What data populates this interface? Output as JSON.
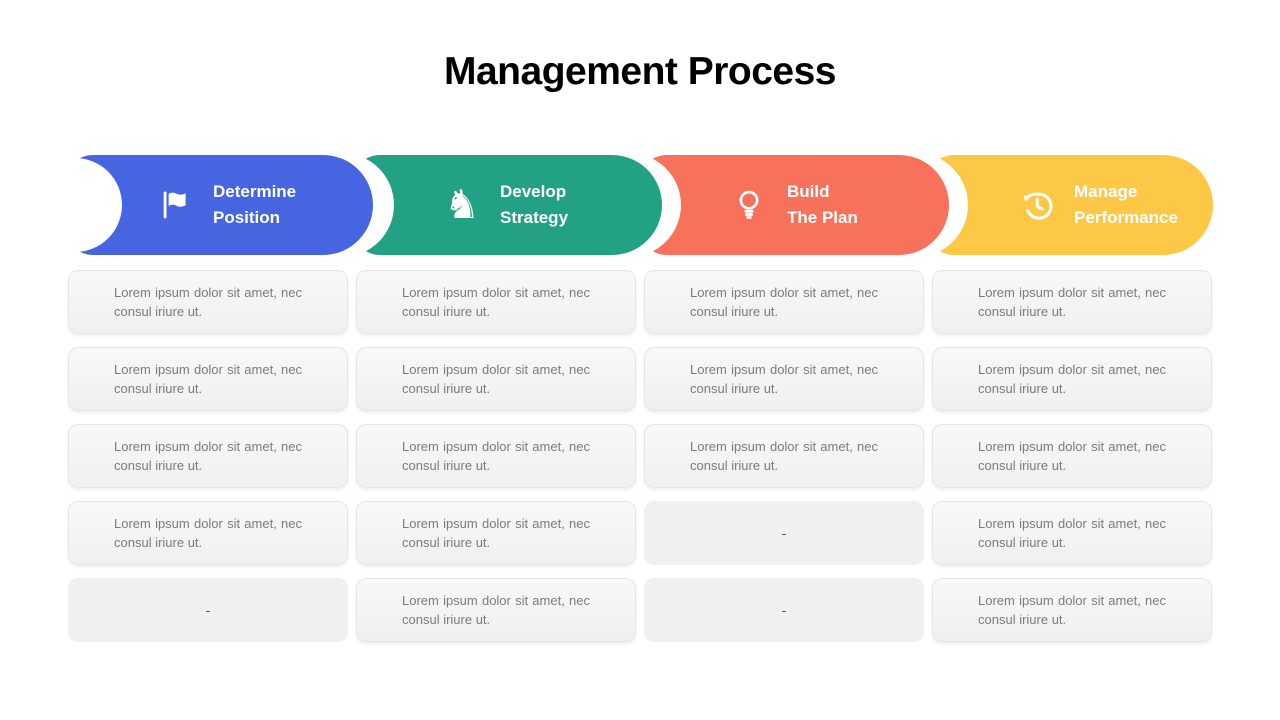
{
  "slide": {
    "title": "Management Process",
    "background_color": "#ffffff"
  },
  "stages": [
    {
      "line1": "Determine",
      "line2": "Position",
      "color": "#4765e1",
      "icon": "flag-icon"
    },
    {
      "line1": "Develop",
      "line2": "Strategy",
      "color": "#23a185",
      "icon": "chess-knight-icon",
      "glyph": "♞"
    },
    {
      "line1": "Build",
      "line2": "The Plan",
      "color": "#f8715a",
      "icon": "lightbulb-icon"
    },
    {
      "line1": "Manage",
      "line2": "Performance",
      "color": "#fcc845",
      "icon": "clock-history-icon"
    }
  ],
  "cards": {
    "cells": [
      "Lorem ipsum dolor sit amet, nec consul iriure ut.",
      "Lorem ipsum dolor sit amet, nec consul iriure ut.",
      "Lorem ipsum dolor sit amet, nec consul iriure ut.",
      "Lorem ipsum dolor sit amet, nec consul iriure ut.",
      "Lorem ipsum dolor sit amet, nec consul iriure ut.",
      "Lorem ipsum dolor sit amet, nec consul iriure ut.",
      "Lorem ipsum dolor sit amet, nec consul iriure ut.",
      "Lorem ipsum dolor sit amet, nec consul iriure ut.",
      "Lorem ipsum dolor sit amet, nec consul iriure ut.",
      "Lorem ipsum dolor sit amet, nec consul iriure ut.",
      "Lorem ipsum dolor sit amet, nec consul iriure ut.",
      "Lorem ipsum dolor sit amet, nec consul iriure ut.",
      "Lorem ipsum dolor sit amet, nec consul iriure ut.",
      "Lorem ipsum dolor sit amet, nec consul iriure ut.",
      "-",
      "Lorem ipsum dolor sit amet, nec consul iriure ut.",
      "-",
      "Lorem ipsum dolor sit amet, nec consul iriure ut.",
      "-",
      "Lorem ipsum dolor sit amet, nec consul iriure ut."
    ]
  }
}
